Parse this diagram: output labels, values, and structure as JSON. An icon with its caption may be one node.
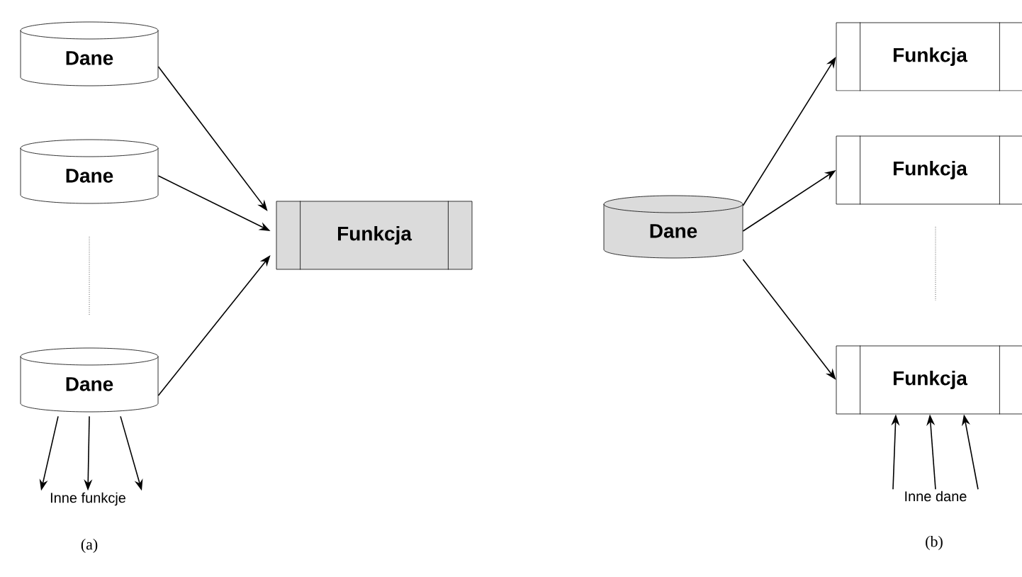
{
  "diagram": {
    "nodes": [
      {
        "text": [
          "Dane"
        ]
      },
      {
        "text": [
          "Dane"
        ]
      },
      {
        "text": [
          "Dane"
        ]
      },
      {
        "text": [
          "Funkcja"
        ]
      },
      {
        "text": [
          "Inne funkcje"
        ]
      },
      {
        "text": [
          "Dane"
        ]
      },
      {
        "text": [
          "Funkcja"
        ]
      },
      {
        "text": [
          "Funkcja"
        ]
      },
      {
        "text": [
          "Funkcja"
        ]
      },
      {
        "text": [
          "Inne dane"
        ]
      }
    ],
    "edges": [
      {
        "from": 0,
        "to": 3,
        "arrow": "to"
      },
      {
        "from": 1,
        "to": 3,
        "arrow": "to"
      },
      {
        "from": 2,
        "to": 3,
        "arrow": "to"
      },
      {
        "from": 2,
        "to": 4,
        "arrow": "to"
      },
      {
        "from": 2,
        "to": 4,
        "arrow": "to"
      },
      {
        "from": 2,
        "to": 4,
        "arrow": "to"
      },
      {
        "from": 5,
        "to": 6,
        "arrow": "to"
      },
      {
        "from": 5,
        "to": 7,
        "arrow": "to"
      },
      {
        "from": 5,
        "to": 8,
        "arrow": "to"
      },
      {
        "from": 9,
        "to": 8,
        "arrow": "to"
      },
      {
        "from": 9,
        "to": 8,
        "arrow": "to"
      },
      {
        "from": 9,
        "to": 8,
        "arrow": "to"
      }
    ],
    "labels": [
      "(a)",
      "(b)"
    ]
  }
}
